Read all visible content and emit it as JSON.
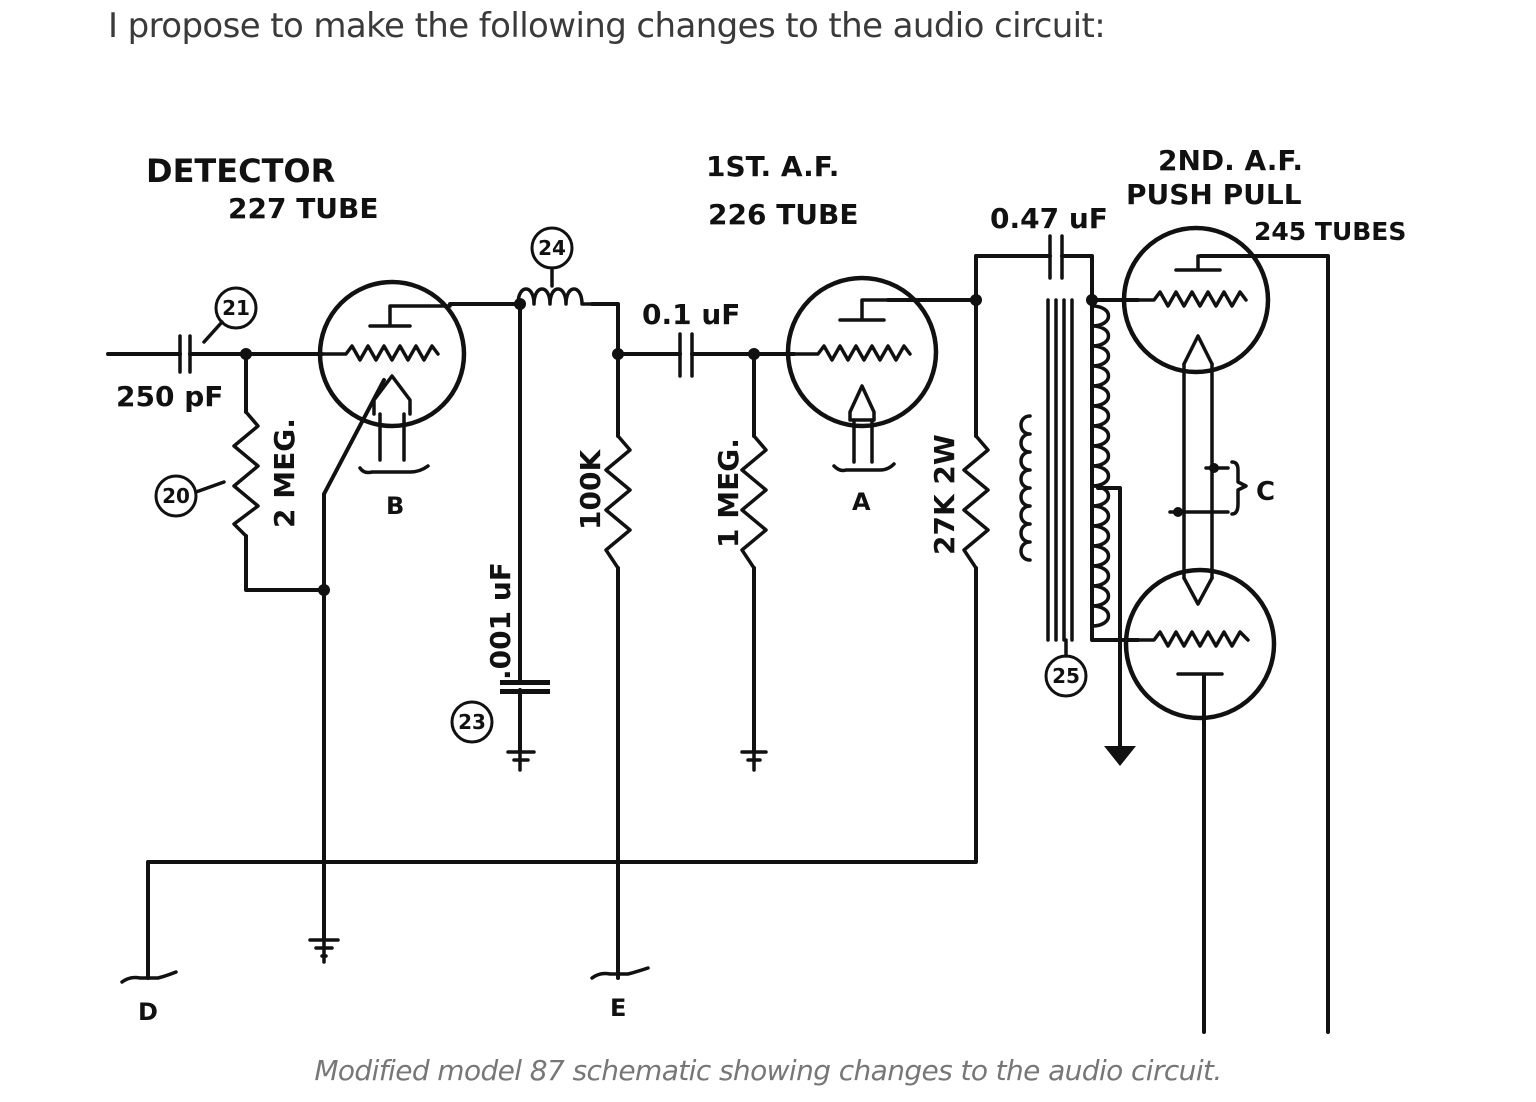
{
  "intro_text": "I propose to make the following changes to the audio circuit:",
  "caption": "Modified model 87 schematic showing changes to the audio circuit.",
  "schematic": {
    "detector_title": "DETECTOR",
    "detector_tube": "227 TUBE",
    "af1_title": "1ST. A.F.",
    "af1_tube": "226 TUBE",
    "af2_title": "2ND. A.F.",
    "af2_subtitle": "PUSH PULL",
    "af2_tubes": "245 TUBES",
    "cap_input": "250 pF",
    "cap_coupling": "0.1 uF",
    "cap_output": "0.47 uF",
    "cap_bypass": ".001 uF",
    "res_grid_leak": "2 MEG.",
    "res_plate": "100K",
    "res_grid": "1 MEG.",
    "res_dropping": "27K 2W",
    "tube_label_b": "B",
    "tube_label_a": "A",
    "tube_label_c": "C",
    "terminal_d": "D",
    "terminal_e": "E",
    "callouts": [
      "20",
      "21",
      "23",
      "24",
      "25"
    ]
  }
}
